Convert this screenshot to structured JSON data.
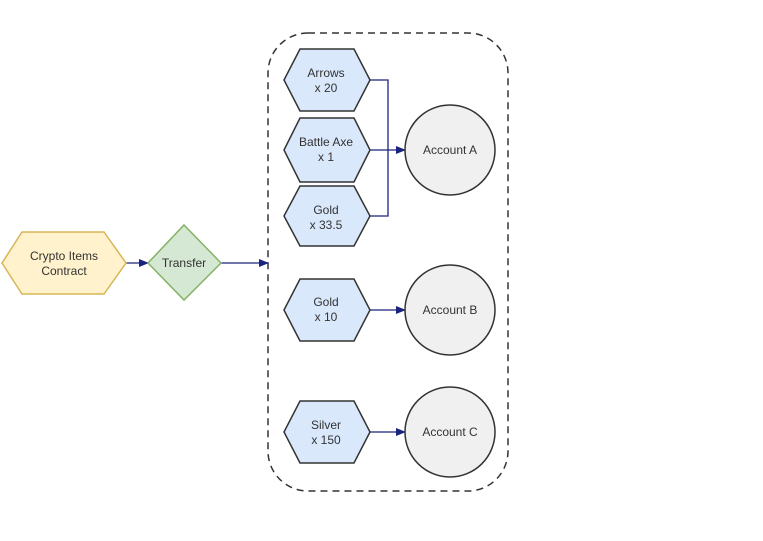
{
  "source": {
    "line1": "Crypto Items",
    "line2": "Contract"
  },
  "action": {
    "label": "Transfer"
  },
  "items": [
    {
      "line1": "Arrows",
      "line2": "x 20"
    },
    {
      "line1": "Battle Axe",
      "line2": "x 1"
    },
    {
      "line1": "Gold",
      "line2": "x 33.5"
    },
    {
      "line1": "Gold",
      "line2": "x 10"
    },
    {
      "line1": "Silver",
      "line2": "x 150"
    }
  ],
  "accounts": [
    {
      "label": "Account A"
    },
    {
      "label": "Account B"
    },
    {
      "label": "Account C"
    }
  ],
  "colors": {
    "source_fill": "#fff2cc",
    "source_stroke": "#d6b656",
    "action_fill": "#d5e8d4",
    "action_stroke": "#82b366",
    "item_fill": "#dae8fc",
    "item_stroke": "#333333",
    "account_fill": "#f0f0f0",
    "account_stroke": "#333333",
    "arrow": "#1a237e",
    "group_border": "#333333"
  }
}
